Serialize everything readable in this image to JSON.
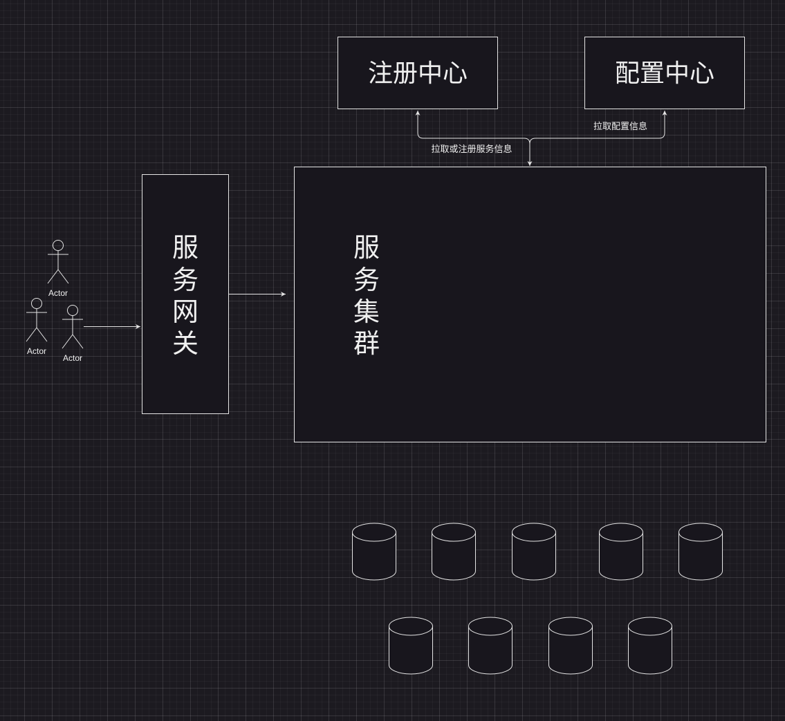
{
  "nodes": {
    "registry": {
      "label": "注册中心"
    },
    "config": {
      "label": "配置中心"
    },
    "gateway": {
      "label": [
        "服",
        "务",
        "网",
        "关"
      ]
    },
    "cluster": {
      "label": [
        "服",
        "务",
        "集",
        "群"
      ]
    }
  },
  "edges": {
    "registry_link": {
      "label": "拉取或注册服务信息"
    },
    "config_link": {
      "label": "拉取配置信息"
    }
  },
  "actors": [
    {
      "label": "Actor"
    },
    {
      "label": "Actor"
    },
    {
      "label": "Actor"
    }
  ],
  "databases_count": 9,
  "colors": {
    "background": "#1c1a20",
    "box_fill": "#18161d",
    "stroke": "#e6e6e6",
    "text": "#f0f0f0"
  }
}
